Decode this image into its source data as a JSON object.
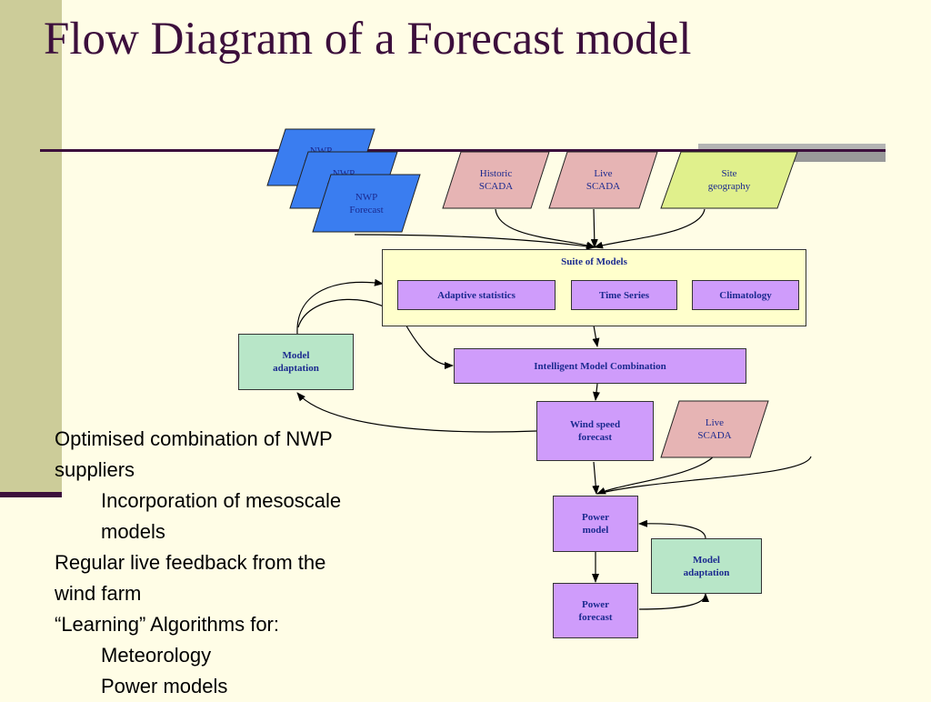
{
  "slide": {
    "title": "Flow Diagram of a Forecast model"
  },
  "diagram": {
    "nwp_forecast_back": "NWP\nForecast",
    "nwp_forecast_mid": "NWP\nForecast",
    "nwp_forecast_front": "NWP\nForecast",
    "historic_scada": "Historic\nSCADA",
    "live_scada_top": "Live\nSCADA",
    "site_geography": "Site\ngeography",
    "suite_of_models": "Suite of Models",
    "adaptive_statistics": "Adaptive statistics",
    "time_series": "Time Series",
    "climatology": "Climatology",
    "model_adaptation_left": "Model\nadaptation",
    "intelligent_model_combination": "Intelligent Model Combination",
    "wind_speed_forecast": "Wind speed\nforecast",
    "live_scada_right": "Live\nSCADA",
    "power_model": "Power\nmodel",
    "model_adaptation_right": "Model\nadaptation",
    "power_forecast": "Power\nforecast"
  },
  "bullets": [
    "Optimised combination of NWP",
    "suppliers",
    "Incorporation of mesoscale",
    "models",
    "Regular live feedback from the",
    "wind farm",
    "“Learning” Algorithms for:",
    "Meteorology",
    "Power models"
  ],
  "colors": {
    "background": "#fffde6",
    "left_bar": "#cccc99",
    "title": "#3c0f3c",
    "nwp_fill": "#3a7df0",
    "scada_fill": "#e6b4b4",
    "site_fill": "#e0f08c",
    "process_fill": "#cf9cfb",
    "adaptation_fill": "#b8e6c8",
    "suite_fill": "#ffffcc",
    "node_text": "#1b2a8f"
  }
}
